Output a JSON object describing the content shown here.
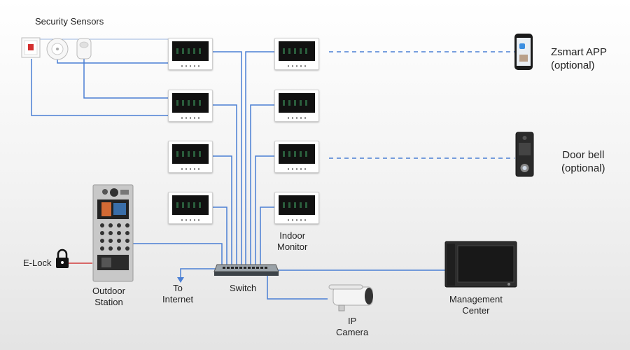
{
  "labels": {
    "security_sensors": "Security Sensors",
    "zsmart_app_line1": "Zsmart APP",
    "zsmart_app_line2": "(optional)",
    "door_bell_line1": "Door bell",
    "door_bell_line2": "(optional)",
    "indoor_monitor_line1": "Indoor",
    "indoor_monitor_line2": "Monitor",
    "e_lock": "E-Lock",
    "outdoor_station_line1": "Outdoor",
    "outdoor_station_line2": "Station",
    "to_internet_line1": "To",
    "to_internet_line2": "Internet",
    "switch": "Switch",
    "ip_camera_line1": "IP",
    "ip_camera_line2": "Camera",
    "management_center_line1": "Management",
    "management_center_line2": "Center"
  },
  "colors": {
    "wire": "#4a7fd4",
    "lock_wire": "#d13b3b",
    "dashed_link": "#4a7fd4",
    "alarm_button": "#d32f2f"
  },
  "icons": [
    "panic-button-icon",
    "smoke-detector-icon",
    "motion-sensor-icon",
    "smartphone-icon",
    "lock-icon"
  ]
}
